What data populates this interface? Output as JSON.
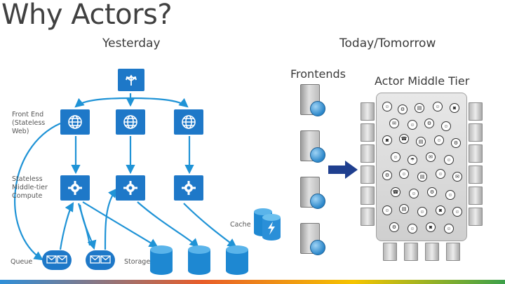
{
  "slide": {
    "title": "Why Actors?",
    "left_heading": "Yesterday",
    "right_heading": "Today/Tomorrow"
  },
  "yesterday": {
    "labels": {
      "front_end": "Front End (Stateless Web)",
      "middle_tier": "Stateless Middle-tier Compute",
      "queue": "Queue",
      "storage": "Storage",
      "cache": "Cache"
    },
    "icons": [
      "load-balancer-icon",
      "globe-icon",
      "gear-icon",
      "envelope-queue-icon",
      "storage-cylinder-icon",
      "cache-cylinder-icon"
    ]
  },
  "today": {
    "frontends_label": "Frontends",
    "actor_tier_label": "Actor Middle Tier",
    "arrow_color": "#1f3f8f"
  },
  "colors": {
    "accent_blue": "#1e78c8",
    "arrow_blue": "#1f93d6"
  }
}
